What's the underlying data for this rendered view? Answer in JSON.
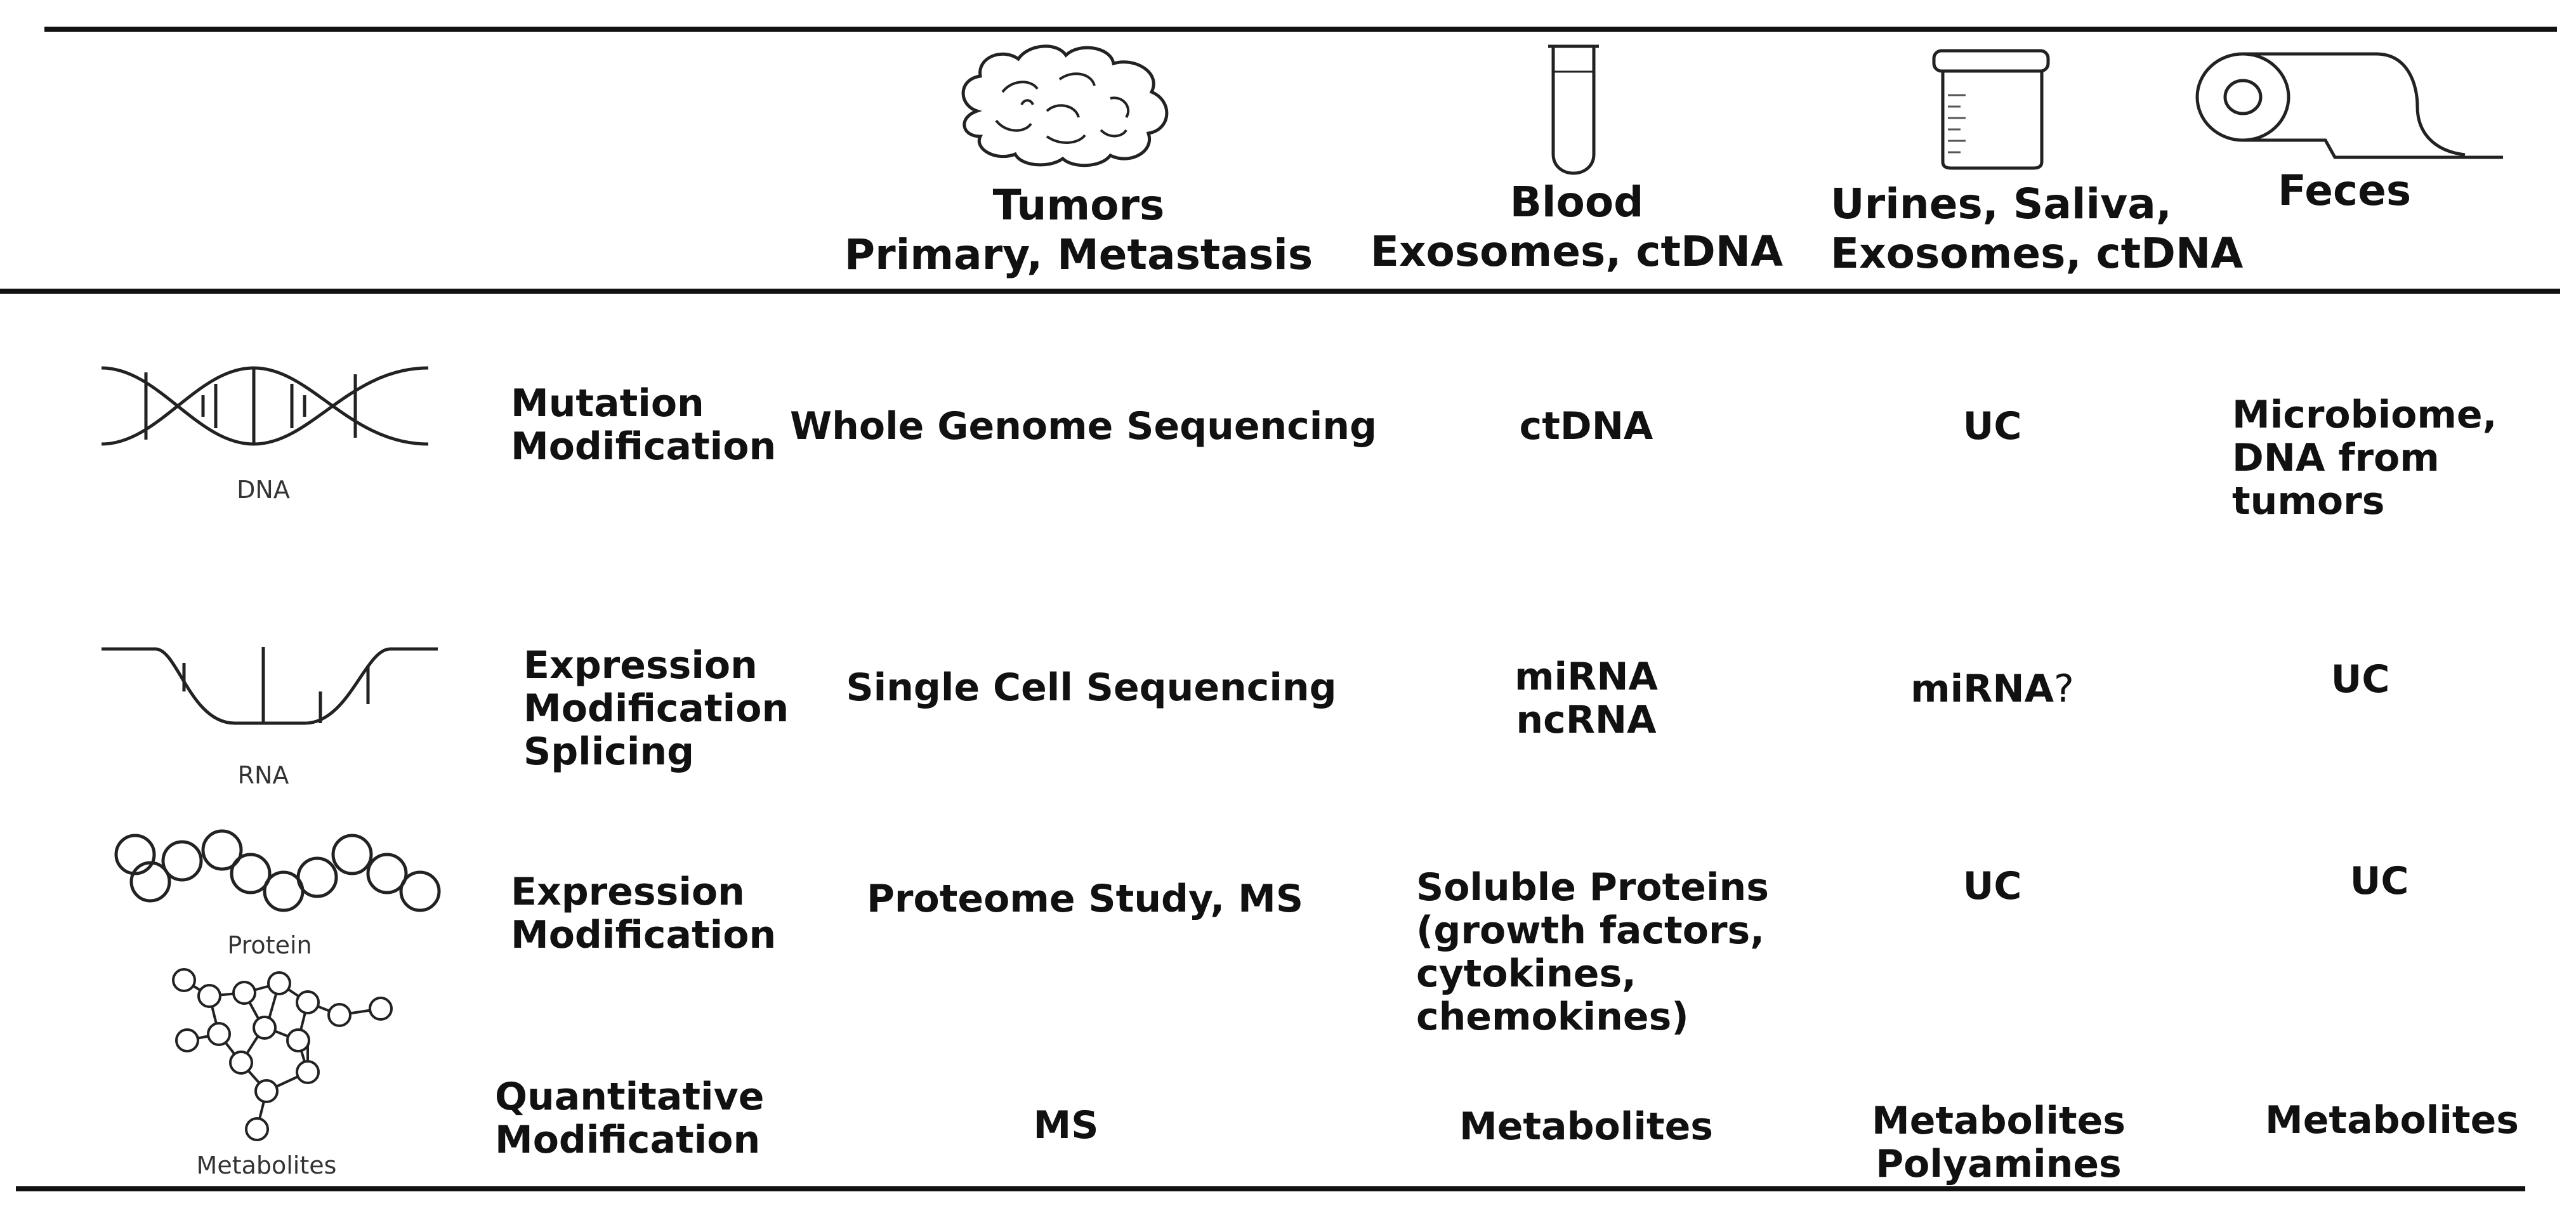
{
  "header": {
    "tumors": {
      "line1": "Tumors",
      "line2": "Primary, Metastasis"
    },
    "blood": {
      "line1": "Blood",
      "line2": "Exosomes, ctDNA"
    },
    "urine": {
      "line1": "Urines, Saliva,",
      "line2": "Exosomes, ctDNA"
    },
    "feces": {
      "line1": "Feces"
    }
  },
  "rows": {
    "dna": {
      "icon_label": "DNA",
      "feature": [
        "Mutation",
        "Modification"
      ],
      "tumors": "Whole Genome Sequencing",
      "blood": "ctDNA",
      "urine": "UC",
      "feces": [
        "Microbiome,",
        "DNA from",
        "tumors"
      ]
    },
    "rna": {
      "icon_label": "RNA",
      "feature": [
        "Expression",
        "Modification",
        "Splicing"
      ],
      "tumors": "Single Cell Sequencing",
      "blood": [
        "miRNA",
        "ncRNA"
      ],
      "urine": "miRNA",
      "urine_suffix": "?",
      "feces": "UC"
    },
    "protein": {
      "icon_label": "Protein",
      "feature": [
        "Expression",
        "Modification"
      ],
      "tumors": "Proteome Study, MS",
      "blood": [
        "Soluble Proteins",
        "(growth factors,",
        "cytokines,",
        "chemokines)"
      ],
      "urine": "UC",
      "feces": "UC"
    },
    "metabolites": {
      "icon_label": "Metabolites",
      "feature": [
        "Quantitative",
        "Modification"
      ],
      "tumors": "MS",
      "blood": "Metabolites",
      "urine": [
        "Metabolites",
        "Polyamines"
      ],
      "feces": "Metabolites"
    }
  }
}
